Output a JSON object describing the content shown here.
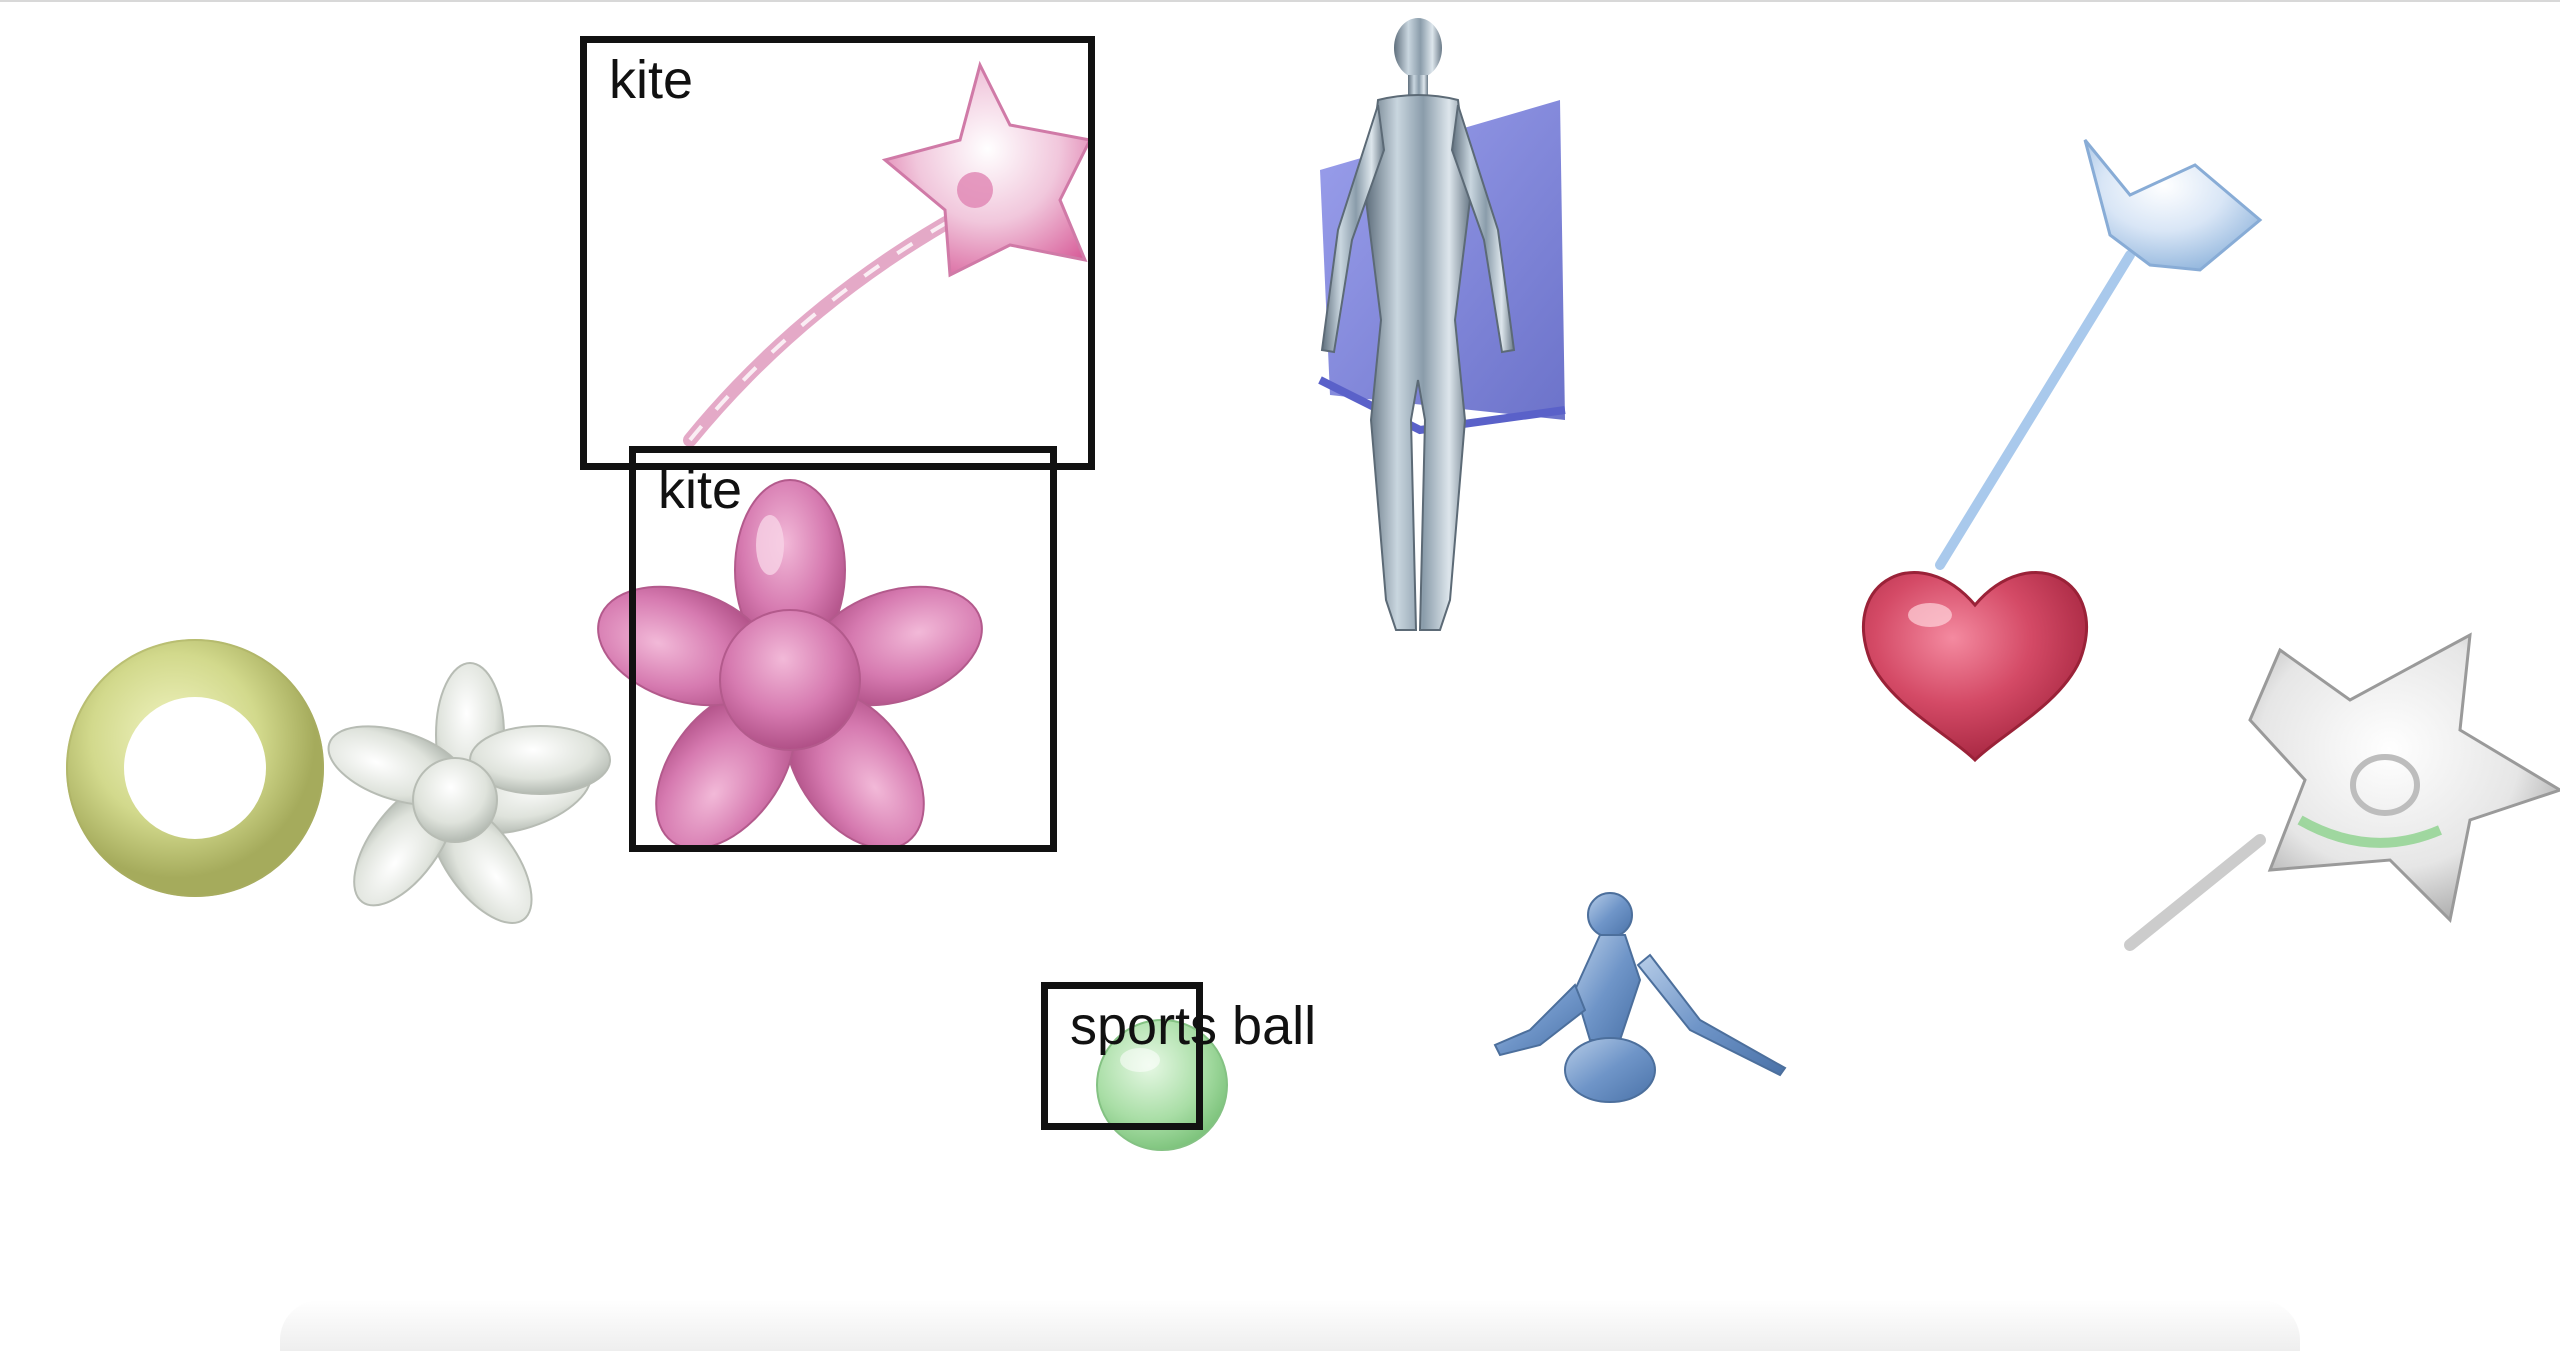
{
  "detections": [
    {
      "label": "kite"
    },
    {
      "label": "kite"
    },
    {
      "label": "sports ball"
    }
  ]
}
